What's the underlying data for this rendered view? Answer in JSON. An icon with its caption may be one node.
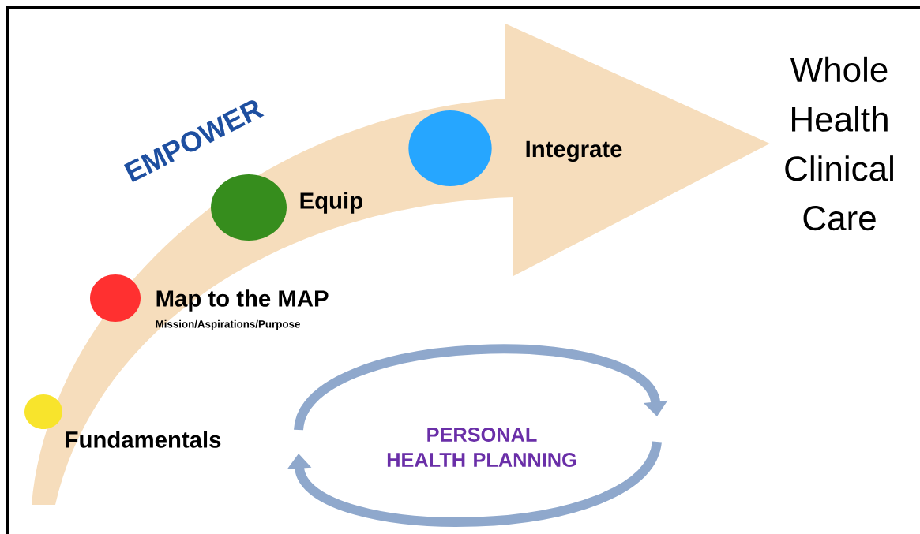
{
  "diagram": {
    "nodes": [
      {
        "text": [],
        "shape": "circle",
        "beside": [
          "Fundamentals"
        ]
      },
      {
        "text": [],
        "shape": "circle",
        "beside": [
          "Map to the MAP",
          "Mission/Aspirations/Purpose"
        ]
      },
      {
        "text": [],
        "shape": "circle",
        "beside": [
          "Equip"
        ]
      },
      {
        "text": [],
        "shape": "circle",
        "beside": [
          "Integrate"
        ]
      },
      {
        "text": [
          "Whole Health Clinical Care"
        ]
      },
      {
        "text": [
          "PERSONAL HEALTH PLANNING"
        ]
      }
    ],
    "edges": [
      {
        "from": null,
        "to": 4,
        "arrow": "to"
      }
    ],
    "labels": [
      "EMPOWER"
    ]
  }
}
